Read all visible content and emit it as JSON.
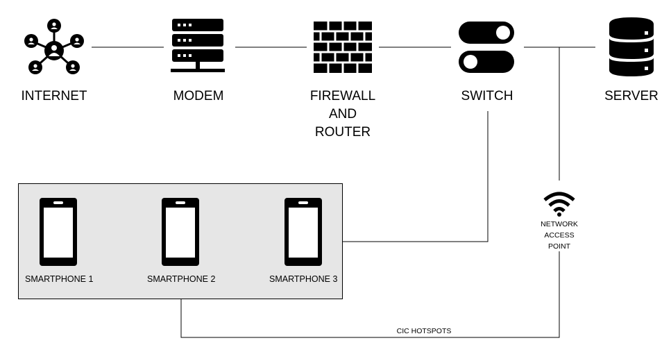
{
  "nodes": {
    "internet": {
      "label": "INTERNET",
      "icon": "network-hub-icon"
    },
    "modem": {
      "label": "MODEM",
      "icon": "modem-server-rack-icon"
    },
    "firewall": {
      "line1": "FIREWALL",
      "line2": "AND",
      "line3": "ROUTER",
      "icon": "firewall-brick-wall-icon"
    },
    "switch": {
      "label": "SWITCH",
      "icon": "switch-toggle-icon"
    },
    "server": {
      "label": "SERVER",
      "icon": "database-server-icon"
    },
    "access_point": {
      "line1": "NETWORK",
      "line2": "ACCESS",
      "line3": "POINT",
      "icon": "wifi-icon"
    }
  },
  "smartphones": [
    {
      "label": "SMARTPHONE 1",
      "icon": "smartphone-icon"
    },
    {
      "label": "SMARTPHONE 2",
      "icon": "smartphone-icon"
    },
    {
      "label": "SMARTPHONE 3",
      "icon": "smartphone-icon"
    }
  ],
  "connections": {
    "hotspot_label": "CIC HOTSPOTS"
  },
  "colors": {
    "line": "#000000",
    "group_fill": "#e6e6e6",
    "icon": "#000000"
  }
}
